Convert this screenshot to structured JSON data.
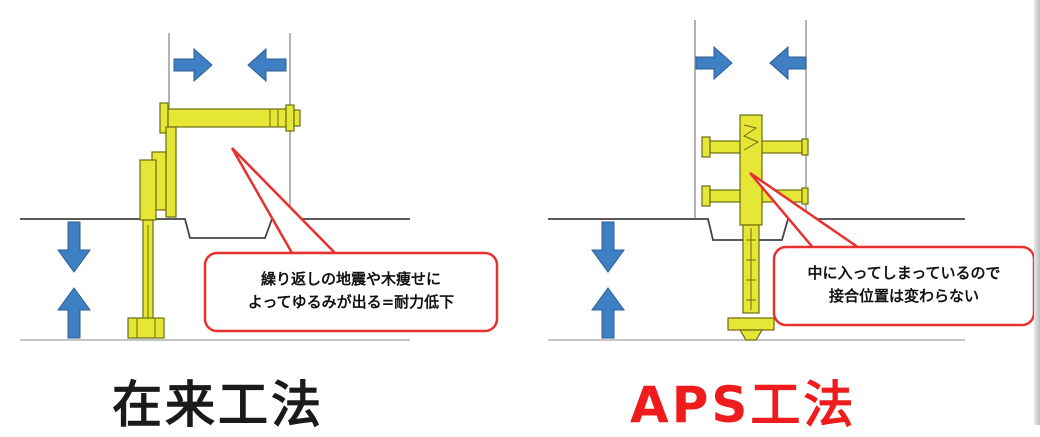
{
  "colors": {
    "metal": "#e6e636",
    "metal_outline": "#6b6b10",
    "arrow": "#3f7fc3",
    "callout_border": "#e8312e",
    "title_left": "#1a1a1a",
    "title_right": "#ee1c1c"
  },
  "left_panel": {
    "callout": {
      "line1": "繰り返しの地震や木痩せに",
      "line2": "よってゆるみが出る=耐力低下"
    },
    "title": "在来工法"
  },
  "right_panel": {
    "callout": {
      "line1": "中に入ってしまっているので",
      "line2": "接合位置は変わらない"
    },
    "title": "APS工法"
  }
}
